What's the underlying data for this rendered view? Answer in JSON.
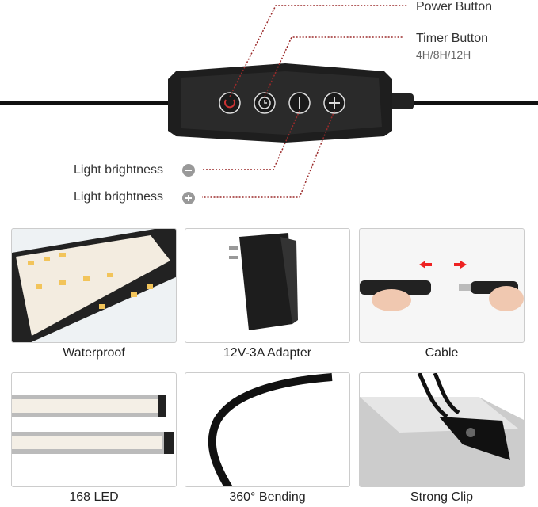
{
  "controller": {
    "power_label": "Power Button",
    "timer_label": "Timer Button",
    "timer_options": "4H/8H/12H",
    "brightness_down_label": "Light brightness",
    "brightness_up_label": "Light brightness"
  },
  "features": [
    {
      "label": "Waterproof"
    },
    {
      "label": "12V-3A Adapter"
    },
    {
      "label": "Cable"
    },
    {
      "label": "168 LED"
    },
    {
      "label": "360° Bending"
    },
    {
      "label": "Strong Clip"
    }
  ],
  "colors": {
    "accent": "#9b2a2a",
    "controller": "#1e1e1e"
  }
}
